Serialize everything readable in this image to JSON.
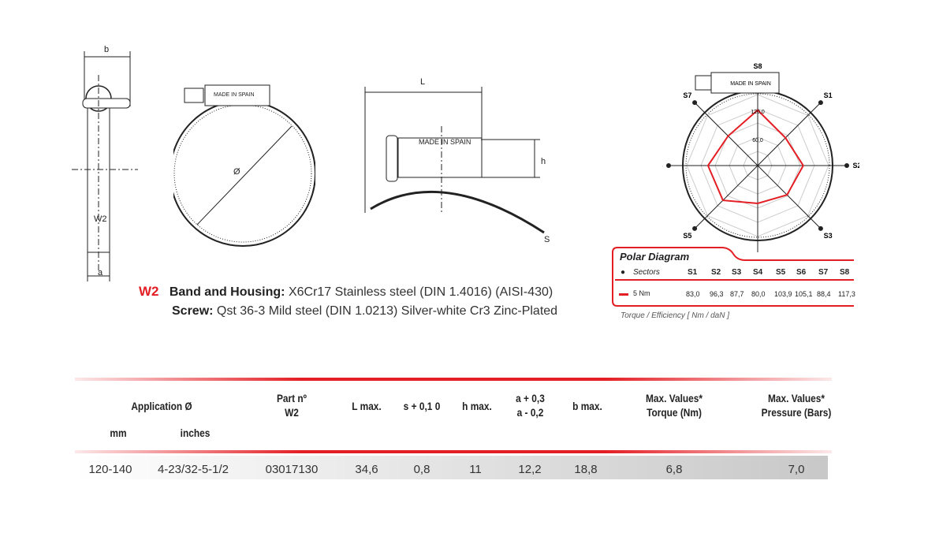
{
  "drawings": {
    "dim_b": "b",
    "dim_a": "a",
    "dim_w2": "W2",
    "dim_diameter": "Ø",
    "dim_L": "L",
    "dim_h": "h",
    "dim_s": "S",
    "housing_text": "MADE IN SPAIN"
  },
  "spec": {
    "code": "W2",
    "band_label": "Band and Housing:",
    "band_value": "X6Cr17 Stainless steel (DIN 1.4016) (AISI-430)",
    "screw_label": "Screw:",
    "screw_value": "Qst 36-3 Mild steel (DIN 1.0213) Silver-white Cr3 Zinc-Plated"
  },
  "polar": {
    "title": "Polar Diagram",
    "sectors_label": "Sectors",
    "series_label": "5 Nm",
    "footnote": "Torque / Efficiency [ Nm / daN ]",
    "ring_labels": [
      "120,0",
      "60,0"
    ],
    "series_color": "#e31e24"
  },
  "chart_data": {
    "type": "radar",
    "categories": [
      "S1",
      "S2",
      "S3",
      "S4",
      "S5",
      "S6",
      "S7",
      "S8"
    ],
    "series": [
      {
        "name": "5 Nm",
        "values": [
          83.0,
          96.3,
          87.7,
          80.0,
          103.9,
          105.1,
          88.4,
          117.3
        ]
      }
    ],
    "value_labels": [
      "83,0",
      "96,3",
      "87,7",
      "80,0",
      "103,9",
      "105,1",
      "88,4",
      "117,3"
    ],
    "rlim": [
      0,
      120
    ],
    "rticks": [
      "60,0",
      "120,0"
    ]
  },
  "table": {
    "headers": {
      "application": "Application Ø",
      "mm": "mm",
      "inches": "inches",
      "part_1": "Part nº",
      "part_2": "W2",
      "l": "L max.",
      "s": "s + 0,1 0",
      "h": "h max.",
      "a_1": "a + 0,3",
      "a_2": "a - 0,2",
      "b": "b max.",
      "torque_1": "Max. Values*",
      "torque_2": "Torque (Nm)",
      "pressure_1": "Max. Values*",
      "pressure_2": "Pressure (Bars)"
    },
    "rows": [
      {
        "mm": "120-140",
        "inches": "4-23/32-5-1/2",
        "part": "03017130",
        "l": "34,6",
        "s": "0,8",
        "h": "11",
        "a": "12,2",
        "b": "18,8",
        "torque": "6,8",
        "pressure": "7,0"
      }
    ]
  }
}
